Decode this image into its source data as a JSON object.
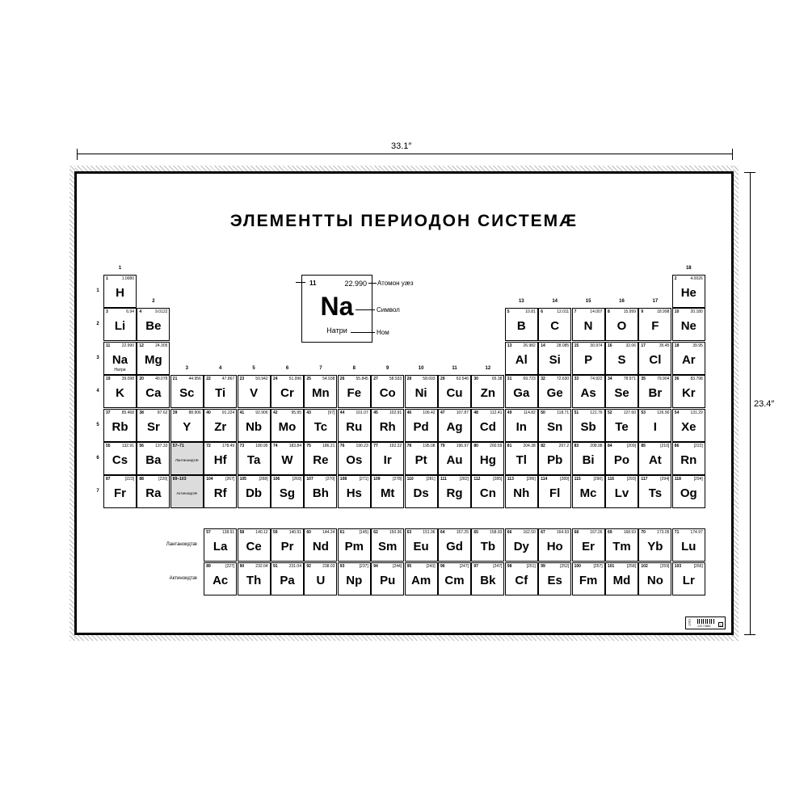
{
  "dimensions": {
    "width_label": "33.1″",
    "height_label": "23.4″"
  },
  "title": "ЭЛЕМЕНТТЫ ПЕРИОДОН СИСТЕМÆ",
  "legend": {
    "number": "11",
    "mass": "22.990",
    "symbol": "Na",
    "name": "Натри",
    "mass_caption": "Атомон уæз",
    "symbol_caption": "Символ",
    "name_caption": "Ном"
  },
  "groups": [
    "1",
    "2",
    "3",
    "4",
    "5",
    "6",
    "7",
    "8",
    "9",
    "10",
    "11",
    "12",
    "13",
    "14",
    "15",
    "16",
    "17",
    "18"
  ],
  "periods": [
    "1",
    "2",
    "3",
    "4",
    "5",
    "6",
    "7"
  ],
  "series_labels": {
    "lanthanides": "Лантаноидтæ",
    "actinides": "Актиноидтæ"
  },
  "ranges": [
    {
      "range": "57–71",
      "name": "Лантаноидтæ"
    },
    {
      "range": "89–103",
      "name": "Актиноидтæ"
    }
  ],
  "badge": {
    "code": "123 74862",
    "side": "ГОСТ",
    "box": "1"
  },
  "elements": [
    {
      "n": "1",
      "s": "H",
      "m": "1.0080",
      "g": 1,
      "p": 1
    },
    {
      "n": "2",
      "s": "He",
      "m": "4.0026",
      "g": 18,
      "p": 1
    },
    {
      "n": "3",
      "s": "Li",
      "m": "6.94",
      "g": 1,
      "p": 2
    },
    {
      "n": "4",
      "s": "Be",
      "m": "9.0122",
      "g": 2,
      "p": 2
    },
    {
      "n": "5",
      "s": "B",
      "m": "10.81",
      "g": 13,
      "p": 2
    },
    {
      "n": "6",
      "s": "C",
      "m": "12.011",
      "g": 14,
      "p": 2
    },
    {
      "n": "7",
      "s": "N",
      "m": "14.007",
      "g": 15,
      "p": 2
    },
    {
      "n": "8",
      "s": "O",
      "m": "15.999",
      "g": 16,
      "p": 2
    },
    {
      "n": "9",
      "s": "F",
      "m": "18.998",
      "g": 17,
      "p": 2
    },
    {
      "n": "10",
      "s": "Ne",
      "m": "20.180",
      "g": 18,
      "p": 2
    },
    {
      "n": "11",
      "s": "Na",
      "m": "22.990",
      "g": 1,
      "p": 3,
      "nm": "Натри"
    },
    {
      "n": "12",
      "s": "Mg",
      "m": "24.305",
      "g": 2,
      "p": 3
    },
    {
      "n": "13",
      "s": "Al",
      "m": "26.982",
      "g": 13,
      "p": 3
    },
    {
      "n": "14",
      "s": "Si",
      "m": "28.085",
      "g": 14,
      "p": 3
    },
    {
      "n": "15",
      "s": "P",
      "m": "30.974",
      "g": 15,
      "p": 3
    },
    {
      "n": "16",
      "s": "S",
      "m": "32.06",
      "g": 16,
      "p": 3
    },
    {
      "n": "17",
      "s": "Cl",
      "m": "35.45",
      "g": 17,
      "p": 3
    },
    {
      "n": "18",
      "s": "Ar",
      "m": "39.95",
      "g": 18,
      "p": 3
    },
    {
      "n": "19",
      "s": "K",
      "m": "39.098",
      "g": 1,
      "p": 4
    },
    {
      "n": "20",
      "s": "Ca",
      "m": "40.078",
      "g": 2,
      "p": 4
    },
    {
      "n": "21",
      "s": "Sc",
      "m": "44.956",
      "g": 3,
      "p": 4
    },
    {
      "n": "22",
      "s": "Ti",
      "m": "47.867",
      "g": 4,
      "p": 4
    },
    {
      "n": "23",
      "s": "V",
      "m": "50.942",
      "g": 5,
      "p": 4
    },
    {
      "n": "24",
      "s": "Cr",
      "m": "51.996",
      "g": 6,
      "p": 4
    },
    {
      "n": "25",
      "s": "Mn",
      "m": "54.938",
      "g": 7,
      "p": 4
    },
    {
      "n": "26",
      "s": "Fe",
      "m": "55.845",
      "g": 8,
      "p": 4
    },
    {
      "n": "27",
      "s": "Co",
      "m": "58.933",
      "g": 9,
      "p": 4
    },
    {
      "n": "28",
      "s": "Ni",
      "m": "58.693",
      "g": 10,
      "p": 4
    },
    {
      "n": "29",
      "s": "Cu",
      "m": "63.546",
      "g": 11,
      "p": 4
    },
    {
      "n": "30",
      "s": "Zn",
      "m": "65.38",
      "g": 12,
      "p": 4
    },
    {
      "n": "31",
      "s": "Ga",
      "m": "69.723",
      "g": 13,
      "p": 4
    },
    {
      "n": "32",
      "s": "Ge",
      "m": "72.630",
      "g": 14,
      "p": 4
    },
    {
      "n": "33",
      "s": "As",
      "m": "74.922",
      "g": 15,
      "p": 4
    },
    {
      "n": "34",
      "s": "Se",
      "m": "78.971",
      "g": 16,
      "p": 4
    },
    {
      "n": "35",
      "s": "Br",
      "m": "79.904",
      "g": 17,
      "p": 4
    },
    {
      "n": "36",
      "s": "Kr",
      "m": "83.798",
      "g": 18,
      "p": 4
    },
    {
      "n": "37",
      "s": "Rb",
      "m": "85.468",
      "g": 1,
      "p": 5
    },
    {
      "n": "38",
      "s": "Sr",
      "m": "87.62",
      "g": 2,
      "p": 5
    },
    {
      "n": "39",
      "s": "Y",
      "m": "88.906",
      "g": 3,
      "p": 5
    },
    {
      "n": "40",
      "s": "Zr",
      "m": "91.224",
      "g": 4,
      "p": 5
    },
    {
      "n": "41",
      "s": "Nb",
      "m": "92.906",
      "g": 5,
      "p": 5
    },
    {
      "n": "42",
      "s": "Mo",
      "m": "95.95",
      "g": 6,
      "p": 5
    },
    {
      "n": "43",
      "s": "Tc",
      "m": "[97]",
      "g": 7,
      "p": 5
    },
    {
      "n": "44",
      "s": "Ru",
      "m": "101.07",
      "g": 8,
      "p": 5
    },
    {
      "n": "45",
      "s": "Rh",
      "m": "102.91",
      "g": 9,
      "p": 5
    },
    {
      "n": "46",
      "s": "Pd",
      "m": "106.42",
      "g": 10,
      "p": 5
    },
    {
      "n": "47",
      "s": "Ag",
      "m": "107.87",
      "g": 11,
      "p": 5
    },
    {
      "n": "48",
      "s": "Cd",
      "m": "112.41",
      "g": 12,
      "p": 5
    },
    {
      "n": "49",
      "s": "In",
      "m": "114.82",
      "g": 13,
      "p": 5
    },
    {
      "n": "50",
      "s": "Sn",
      "m": "118.71",
      "g": 14,
      "p": 5
    },
    {
      "n": "51",
      "s": "Sb",
      "m": "121.76",
      "g": 15,
      "p": 5
    },
    {
      "n": "52",
      "s": "Te",
      "m": "127.60",
      "g": 16,
      "p": 5
    },
    {
      "n": "53",
      "s": "I",
      "m": "126.90",
      "g": 17,
      "p": 5
    },
    {
      "n": "54",
      "s": "Xe",
      "m": "131.29",
      "g": 18,
      "p": 5
    },
    {
      "n": "55",
      "s": "Cs",
      "m": "132.91",
      "g": 1,
      "p": 6
    },
    {
      "n": "56",
      "s": "Ba",
      "m": "137.33",
      "g": 2,
      "p": 6
    },
    {
      "n": "72",
      "s": "Hf",
      "m": "178.49",
      "g": 4,
      "p": 6
    },
    {
      "n": "73",
      "s": "Ta",
      "m": "180.95",
      "g": 5,
      "p": 6
    },
    {
      "n": "74",
      "s": "W",
      "m": "183.84",
      "g": 6,
      "p": 6
    },
    {
      "n": "75",
      "s": "Re",
      "m": "186.21",
      "g": 7,
      "p": 6
    },
    {
      "n": "76",
      "s": "Os",
      "m": "190.23",
      "g": 8,
      "p": 6
    },
    {
      "n": "77",
      "s": "Ir",
      "m": "192.22",
      "g": 9,
      "p": 6
    },
    {
      "n": "78",
      "s": "Pt",
      "m": "195.08",
      "g": 10,
      "p": 6
    },
    {
      "n": "79",
      "s": "Au",
      "m": "196.97",
      "g": 11,
      "p": 6
    },
    {
      "n": "80",
      "s": "Hg",
      "m": "200.59",
      "g": 12,
      "p": 6
    },
    {
      "n": "81",
      "s": "Tl",
      "m": "204.38",
      "g": 13,
      "p": 6
    },
    {
      "n": "82",
      "s": "Pb",
      "m": "207.2",
      "g": 14,
      "p": 6
    },
    {
      "n": "83",
      "s": "Bi",
      "m": "208.98",
      "g": 15,
      "p": 6
    },
    {
      "n": "84",
      "s": "Po",
      "m": "[209]",
      "g": 16,
      "p": 6
    },
    {
      "n": "85",
      "s": "At",
      "m": "[210]",
      "g": 17,
      "p": 6
    },
    {
      "n": "86",
      "s": "Rn",
      "m": "[222]",
      "g": 18,
      "p": 6
    },
    {
      "n": "87",
      "s": "Fr",
      "m": "[223]",
      "g": 1,
      "p": 7
    },
    {
      "n": "88",
      "s": "Ra",
      "m": "[226]",
      "g": 2,
      "p": 7
    },
    {
      "n": "104",
      "s": "Rf",
      "m": "[267]",
      "g": 4,
      "p": 7
    },
    {
      "n": "105",
      "s": "Db",
      "m": "[268]",
      "g": 5,
      "p": 7
    },
    {
      "n": "106",
      "s": "Sg",
      "m": "[269]",
      "g": 6,
      "p": 7
    },
    {
      "n": "107",
      "s": "Bh",
      "m": "[270]",
      "g": 7,
      "p": 7
    },
    {
      "n": "108",
      "s": "Hs",
      "m": "[271]",
      "g": 8,
      "p": 7
    },
    {
      "n": "109",
      "s": "Mt",
      "m": "[278]",
      "g": 9,
      "p": 7
    },
    {
      "n": "110",
      "s": "Ds",
      "m": "[281]",
      "g": 10,
      "p": 7
    },
    {
      "n": "111",
      "s": "Rg",
      "m": "[282]",
      "g": 11,
      "p": 7
    },
    {
      "n": "112",
      "s": "Cn",
      "m": "[285]",
      "g": 12,
      "p": 7
    },
    {
      "n": "113",
      "s": "Nh",
      "m": "[286]",
      "g": 13,
      "p": 7
    },
    {
      "n": "114",
      "s": "Fl",
      "m": "[289]",
      "g": 14,
      "p": 7
    },
    {
      "n": "115",
      "s": "Mc",
      "m": "[290]",
      "g": 15,
      "p": 7
    },
    {
      "n": "116",
      "s": "Lv",
      "m": "[293]",
      "g": 16,
      "p": 7
    },
    {
      "n": "117",
      "s": "Ts",
      "m": "[294]",
      "g": 17,
      "p": 7
    },
    {
      "n": "118",
      "s": "Og",
      "m": "[294]",
      "g": 18,
      "p": 7
    }
  ],
  "lanthanides": [
    {
      "n": "57",
      "s": "La",
      "m": "138.91"
    },
    {
      "n": "58",
      "s": "Ce",
      "m": "140.12"
    },
    {
      "n": "59",
      "s": "Pr",
      "m": "140.91"
    },
    {
      "n": "60",
      "s": "Nd",
      "m": "144.24"
    },
    {
      "n": "61",
      "s": "Pm",
      "m": "[145]"
    },
    {
      "n": "62",
      "s": "Sm",
      "m": "150.36"
    },
    {
      "n": "63",
      "s": "Eu",
      "m": "151.96"
    },
    {
      "n": "64",
      "s": "Gd",
      "m": "157.25"
    },
    {
      "n": "65",
      "s": "Tb",
      "m": "158.93"
    },
    {
      "n": "66",
      "s": "Dy",
      "m": "162.50"
    },
    {
      "n": "67",
      "s": "Ho",
      "m": "164.93"
    },
    {
      "n": "68",
      "s": "Er",
      "m": "167.26"
    },
    {
      "n": "69",
      "s": "Tm",
      "m": "168.93"
    },
    {
      "n": "70",
      "s": "Yb",
      "m": "173.05"
    },
    {
      "n": "71",
      "s": "Lu",
      "m": "174.97"
    }
  ],
  "actinides": [
    {
      "n": "89",
      "s": "Ac",
      "m": "[227]"
    },
    {
      "n": "90",
      "s": "Th",
      "m": "232.04"
    },
    {
      "n": "91",
      "s": "Pa",
      "m": "231.04"
    },
    {
      "n": "92",
      "s": "U",
      "m": "238.03"
    },
    {
      "n": "93",
      "s": "Np",
      "m": "[237]"
    },
    {
      "n": "94",
      "s": "Pu",
      "m": "[244]"
    },
    {
      "n": "95",
      "s": "Am",
      "m": "[243]"
    },
    {
      "n": "96",
      "s": "Cm",
      "m": "[247]"
    },
    {
      "n": "97",
      "s": "Bk",
      "m": "[247]"
    },
    {
      "n": "98",
      "s": "Cf",
      "m": "[251]"
    },
    {
      "n": "99",
      "s": "Es",
      "m": "[252]"
    },
    {
      "n": "100",
      "s": "Fm",
      "m": "[257]"
    },
    {
      "n": "101",
      "s": "Md",
      "m": "[258]"
    },
    {
      "n": "102",
      "s": "No",
      "m": "[259]"
    },
    {
      "n": "103",
      "s": "Lr",
      "m": "[266]"
    }
  ]
}
